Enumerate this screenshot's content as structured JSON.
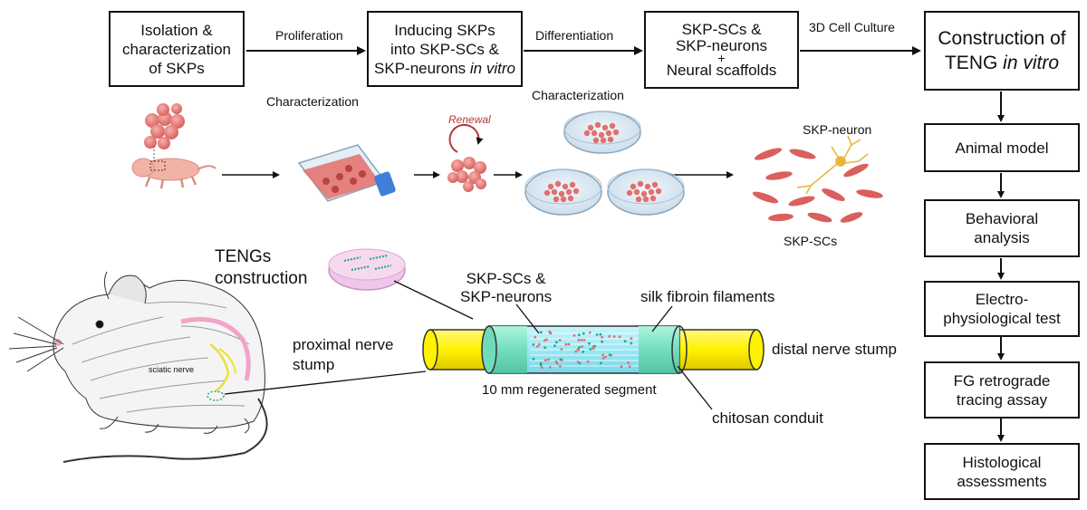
{
  "flow_top": {
    "box1": [
      "Isolation &",
      "characterization",
      "of SKPs"
    ],
    "box2": [
      "Inducing SKPs",
      "into SKP-SCs &"
    ],
    "box2_last_plain": "SKP-neurons ",
    "box2_last_italic": "in vitro",
    "box3": [
      "SKP-SCs &",
      "SKP-neurons",
      "+",
      "Neural scaffolds"
    ],
    "box4_line1": "Construction of",
    "box4_plain": "TENG ",
    "box4_italic": "in vitro",
    "arrow1": "Proliferation",
    "arrow2": "Differentiation",
    "arrow3": "3D Cell Culture"
  },
  "flow_right": {
    "step1": [
      "Animal model"
    ],
    "step2": [
      "Behavioral",
      "analysis"
    ],
    "step3": [
      "Electro-",
      "physiological test"
    ],
    "step4": [
      "FG retrograde",
      "tracing assay"
    ],
    "step5": [
      "Histological",
      "assessments"
    ]
  },
  "culture": {
    "char1": "Characterization",
    "char2": "Characterization",
    "renewal": "Renewal",
    "skp_neuron": "SKP-neuron",
    "skp_scs": "SKP-SCs"
  },
  "teng": {
    "title": [
      "TENGs",
      "construction"
    ],
    "cells": [
      "SKP-SCs &",
      "SKP-neurons"
    ],
    "silk": "silk fibroin filaments",
    "proximal": [
      "proximal nerve",
      "stump"
    ],
    "distal": "distal nerve stump",
    "segment": "10 mm regenerated segment",
    "chitosan": "chitosan conduit",
    "sciatic": "sciatic nerve"
  },
  "colors": {
    "cell": "#e0706f",
    "flask_blue": "#3f7fd9",
    "stump_yellow": "#fff200",
    "conduit_green": "#7de6c4",
    "tube_blue": "#9be8f5",
    "dish_pink": "#f0c6ea",
    "neuron": "#e8b73a"
  }
}
